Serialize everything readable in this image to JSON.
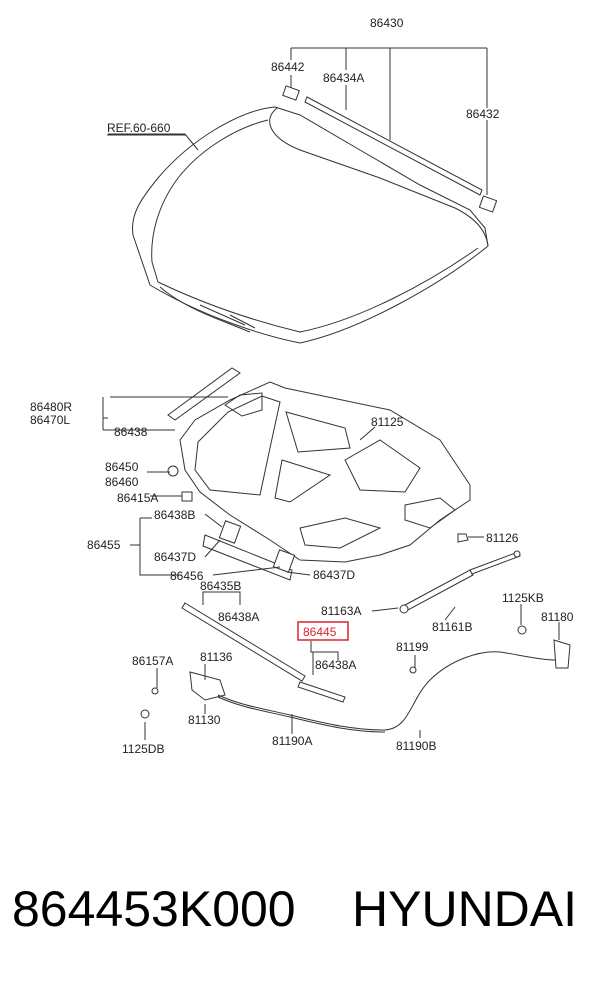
{
  "labels": {
    "l86430": "86430",
    "l86442": "86442",
    "l86434A": "86434A",
    "l86432": "86432",
    "lref": "REF.60-660",
    "l86480R": "86480R",
    "l86470L": "86470L",
    "l86438": "86438",
    "l81125": "81125",
    "l86450": "86450",
    "l86460": "86460",
    "l86415A": "86415A",
    "l86438B": "86438B",
    "l86455": "86455",
    "l86437D_a": "86437D",
    "l86456": "86456",
    "l86437D_b": "86437D",
    "l81126": "81126",
    "l86435B": "86435B",
    "l86438A_a": "86438A",
    "l81163A": "81163A",
    "l1125KB": "1125KB",
    "l81180": "81180",
    "l86445": "86445",
    "l81161B": "81161B",
    "l86157A": "86157A",
    "l81136": "81136",
    "l86438A_b": "86438A",
    "l81199": "81199",
    "l81130": "81130",
    "l1125DB": "1125DB",
    "l81190A": "81190A",
    "l81190B": "81190B"
  },
  "highlight_color": "#d9232e",
  "footer": {
    "part_number": "864453K000",
    "brand": "HYUNDAI"
  }
}
